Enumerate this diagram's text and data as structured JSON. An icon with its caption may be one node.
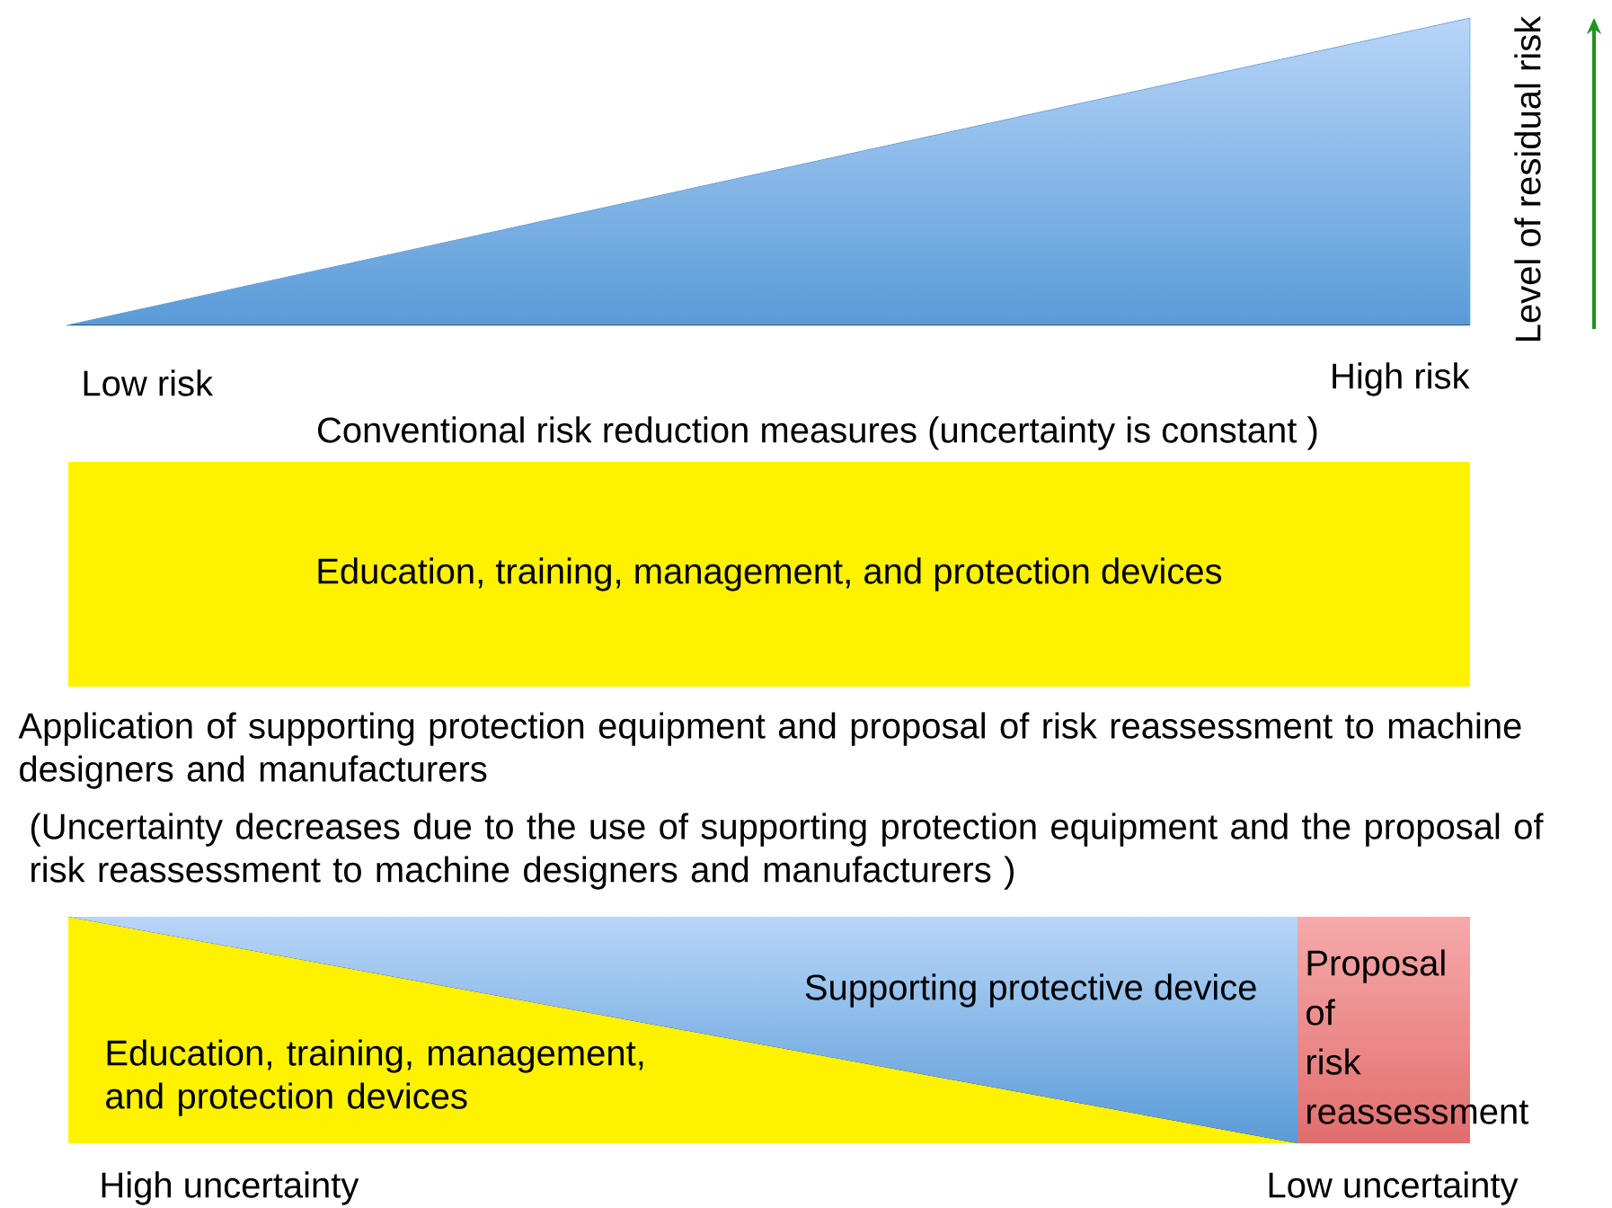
{
  "diagram": {
    "nodes": [
      {
        "text": [],
        "shape": "triangle"
      },
      {
        "text": [
          "Education, training, management, and protection devices"
        ]
      },
      {
        "text": [
          "Education, training, management, and protection devices"
        ]
      },
      {
        "text": [
          "Supporting protective device"
        ]
      },
      {
        "text": [
          "Proposal of risk reassessment"
        ]
      }
    ],
    "labels": [
      "Low risk",
      "High risk",
      "Level of residual risk",
      "Conventional risk reduction measures (uncertainty is constant )",
      "Application of supporting protection equipment and proposal of risk reassessment to machine designers and manufacturers",
      "(Uncertainty decreases due to the use of supporting protection equipment and the proposal of risk reassessment to machine designers and manufacturers )",
      "High uncertainty",
      "Low uncertainty"
    ]
  }
}
